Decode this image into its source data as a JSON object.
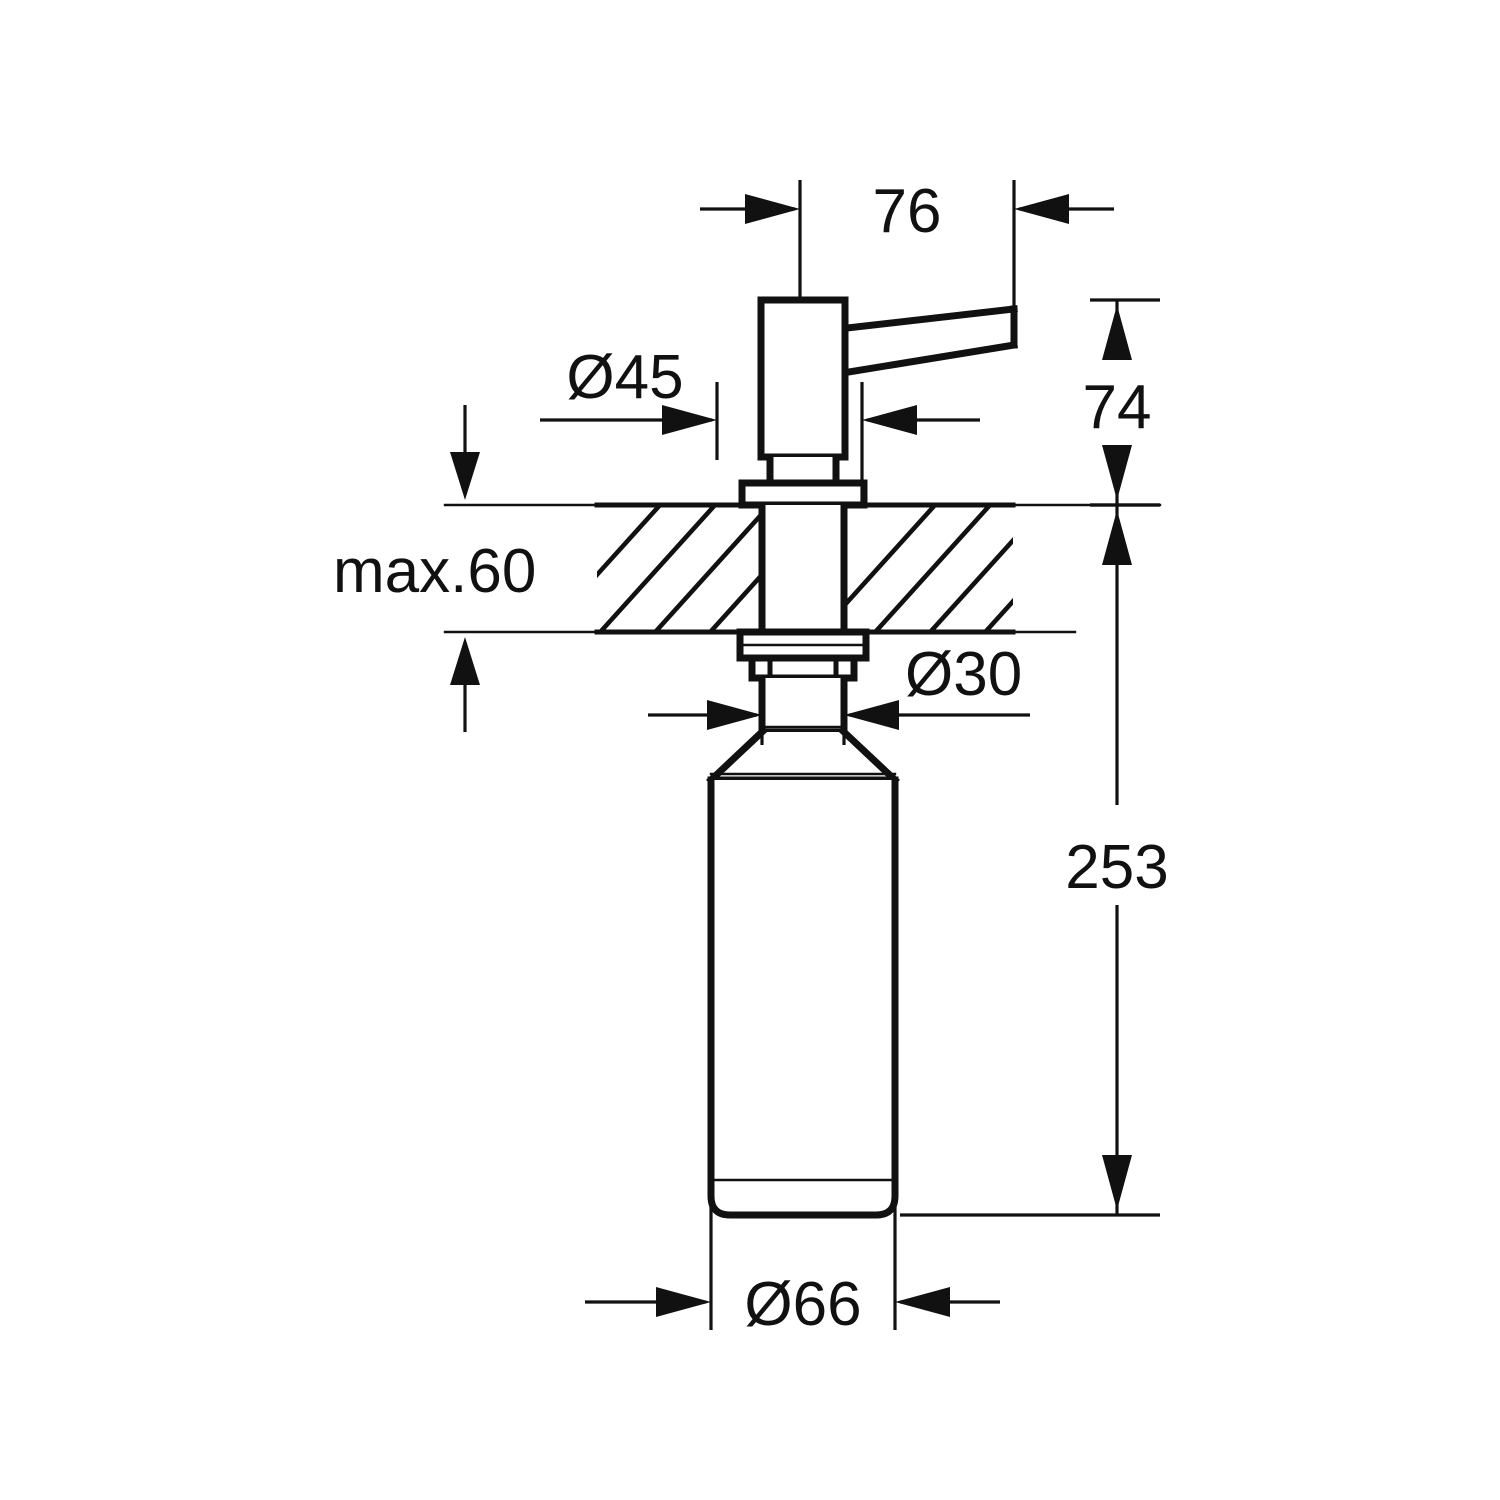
{
  "drawing": {
    "title": "Kitchen sink soap dispenser – technical dimension drawing",
    "subject": "deck-mounted soap dispenser with pump head, lever spout and refill bottle",
    "units": "mm",
    "line_color": "#111111",
    "background_color": "#ffffff"
  },
  "dimensions": {
    "spout_reach": {
      "label": "76",
      "orientation": "horizontal",
      "position": "top",
      "describes": "horizontal projection of the lever spout from the pump body"
    },
    "head_diameter": {
      "label": "Ø45",
      "orientation": "horizontal",
      "position": "upper-left",
      "describes": "diameter of the cylindrical pump head above the counter"
    },
    "height_above_counter": {
      "label": "74",
      "orientation": "vertical",
      "position": "right-upper",
      "describes": "height of the pump head above the worktop surface"
    },
    "counter_thickness": {
      "label": "max.60",
      "orientation": "vertical",
      "position": "left",
      "describes": "maximum worktop / sink deck thickness"
    },
    "neck_diameter": {
      "label": "Ø30",
      "orientation": "horizontal",
      "position": "middle-right",
      "describes": "diameter of the threaded shank / bottle neck below the deck"
    },
    "total_height": {
      "label": "253",
      "orientation": "vertical",
      "position": "right-lower",
      "describes": "overall height from the worktop surface down to the bottom of the bottle"
    },
    "bottle_diameter": {
      "label": "Ø66",
      "orientation": "horizontal",
      "position": "bottom",
      "describes": "diameter of the soap reservoir bottle"
    }
  },
  "labels": [
    "76",
    "Ø45",
    "74",
    "max.60",
    "Ø30",
    "253",
    "Ø66"
  ]
}
